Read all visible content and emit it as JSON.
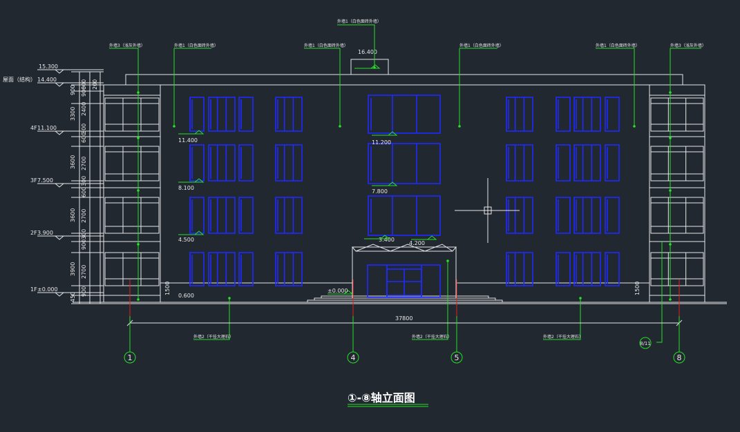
{
  "drawing": {
    "title": "①-⑧轴立面图",
    "total_dimension": "37800",
    "plinth_left": "1500",
    "plinth_right": "1500",
    "ground_level": "0.600",
    "floor_zero": "±0.000",
    "axes": [
      "1",
      "4",
      "5",
      "8"
    ],
    "axis_sub": "8/11"
  },
  "levels": [
    {
      "label": "15.300",
      "note": ""
    },
    {
      "label": "14.400",
      "note": "屋面（结构）"
    },
    {
      "label": "11.100",
      "note": "4F"
    },
    {
      "label": "7.500",
      "note": "3F"
    },
    {
      "label": "3.900",
      "note": "2F"
    },
    {
      "label": "±0.000",
      "note": "1F"
    }
  ],
  "dims_outer": [
    "900",
    "3300",
    "3600",
    "3600",
    "3900",
    "450"
  ],
  "dims_inner": [
    "600",
    "900",
    "200",
    "2400",
    "300",
    "600",
    "2700",
    "300",
    "600",
    "2700",
    "300",
    "900",
    "2700",
    "900"
  ],
  "window_levels": [
    "11.400",
    "8.100",
    "4.500",
    "11.200",
    "7.800",
    "3.400",
    "4.200",
    "16.400"
  ],
  "callouts": {
    "top_center": "外墙1（白色面砖外墙）",
    "left_side": "外墙3（浅灰外墙）",
    "left_front": "外墙1（白色面砖外墙）",
    "center_left": "外墙1（白色面砖外墙）",
    "center_right": "外墙1（白色面砖外墙）",
    "right_front": "外墙1（白色面砖外墙）",
    "right_side": "外墙3（浅灰外墙）",
    "bottom_left": "外墙2（干挂大理石）",
    "bottom_center": "外墙2（干挂大理石）",
    "bottom_right": "外墙2（干挂大理石）"
  }
}
